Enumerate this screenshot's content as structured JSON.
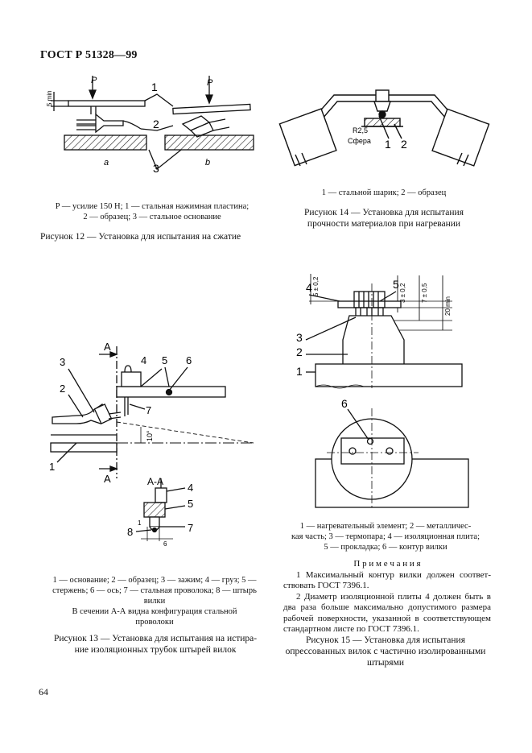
{
  "header": {
    "standard": "ГОСТ Р 51328—99"
  },
  "page_number": "64",
  "figure12": {
    "caption_line1": "P — усилие 150 Н; 1 — стальная нажимная пластина;",
    "caption_line2": "2 — образец; 3 — стальное основание",
    "title": "Рисунок 12 — Установка для испытания на сжатие",
    "labels": {
      "p_left": "P",
      "p_right": "P",
      "min5": "5 min",
      "n1": "1",
      "n2": "2",
      "n3": "3",
      "a": "a",
      "b": "b"
    }
  },
  "figure14": {
    "caption": "1 — стальной шарик; 2 — образец",
    "title_line1": "Рисунок 14 — Установка для испытания",
    "title_line2": "прочности материалов при нагревании",
    "labels": {
      "r": "R2,5",
      "sphere": "Сфера",
      "n1": "1",
      "n2": "2"
    }
  },
  "figure13": {
    "caption_line1": "1 — основание; 2 — образец; 3 — зажим; 4 — груз; 5 —",
    "caption_line2": "стержень; 6 — ось; 7 — стальная проволока; 8 — штырь",
    "caption_line3": "вилки",
    "caption_line4": "В сечении А-А видна конфигурация стальной",
    "caption_line5": "проволоки",
    "title_line1": "Рисунок 13 — Установка для испытания на истира-",
    "title_line2": "ние изоляционных трубок штырей вилок",
    "labels": {
      "sec_a_top": "А",
      "sec_a_bottom": "А",
      "aa": "А-А",
      "angle": "10°",
      "d1": "1",
      "d6": "6",
      "n1": "1",
      "n2": "2",
      "n3": "3",
      "n4": "4",
      "n5": "5",
      "n6": "6",
      "n7": "7",
      "s4": "4",
      "s5": "5",
      "s7": "7",
      "s8": "8"
    }
  },
  "figure15": {
    "caption_line1": "1 — нагревательный элемент; 2 — металличес-",
    "caption_line2": "кая часть; 3 — термопара; 4 — изоляционная плита;",
    "caption_line3": "5 — прокладка; 6 — контур вилки",
    "notes_heading": "П р и м е ч а н и я",
    "note1": "1 Максимальный контур вилки должен соответ-ствовать ГОСТ 7396.1.",
    "note2": "2 Диаметр изоляционной плиты 4 должен быть в два раза больше максимально допустимого размера рабочей поверхности, указанной в соответствующем стандартном листе по ГОСТ 7396.1.",
    "title_line1": "Рисунок 15 — Установка для испытания",
    "title_line2": "опрессованных вилок с частично изолированными",
    "title_line3": "штырями",
    "labels": {
      "d52": "5 ± 0,2",
      "d32": "3 ± 0,2",
      "d705": "7 ± 0,5",
      "d20": "20 min",
      "n1": "1",
      "n2": "2",
      "n3": "3",
      "n4": "4",
      "n5": "5",
      "n6": "6"
    }
  }
}
